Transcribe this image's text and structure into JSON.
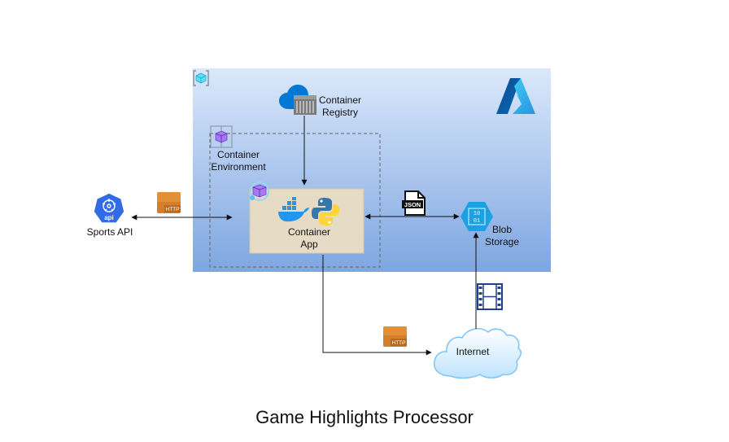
{
  "diagram": {
    "title": "Game Highlights Processor",
    "nodes": {
      "registry": {
        "label": "Container\nRegistry"
      },
      "environment": {
        "label": "Container\nEnvironment"
      },
      "app": {
        "label": "Container\nApp"
      },
      "sports_api": {
        "label": "Sports API",
        "icon_text": "api"
      },
      "blob": {
        "label": "Blob\nStorage",
        "icon_text": "10\n01"
      },
      "internet": {
        "label": "Internet"
      }
    },
    "badges": {
      "http_left": "HTTP",
      "http_bottom": "HTTP",
      "json": "JSON"
    },
    "colors": {
      "azure_gradient_top": "#dbe8fb",
      "azure_gradient_bottom": "#7ea6e0",
      "app_box": "#e6dcc6",
      "http_badge": "#d4802b",
      "blob": "#1ba1e2",
      "api_hex": "#326ce5"
    },
    "icons": [
      "azure-logo-icon",
      "resource-group-icon",
      "container-registry-icon",
      "container-environment-icon",
      "container-app-icon",
      "docker-icon",
      "python-icon",
      "json-file-icon",
      "film-icon",
      "cloud-icon"
    ]
  }
}
